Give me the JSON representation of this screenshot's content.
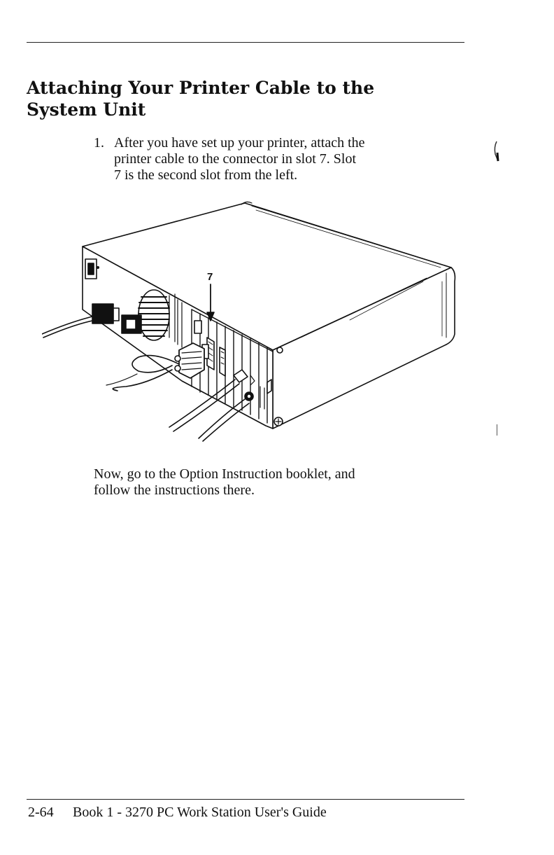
{
  "heading": {
    "line1": "Attaching Your Printer Cable to the",
    "line2": "System Unit"
  },
  "steps": [
    {
      "number": "1.",
      "lines": [
        "After you have set up your printer, attach the",
        "printer cable to the connector in slot 7.  Slot",
        "7 is the second slot from the left."
      ]
    }
  ],
  "figure": {
    "callout_label": "7"
  },
  "closing": {
    "lines": [
      "Now, go to the Option Instruction booklet, and",
      "follow the instructions there."
    ]
  },
  "footer": {
    "page_number": "2-64",
    "book_title": "Book 1 - 3270 PC Work Station User's Guide"
  }
}
